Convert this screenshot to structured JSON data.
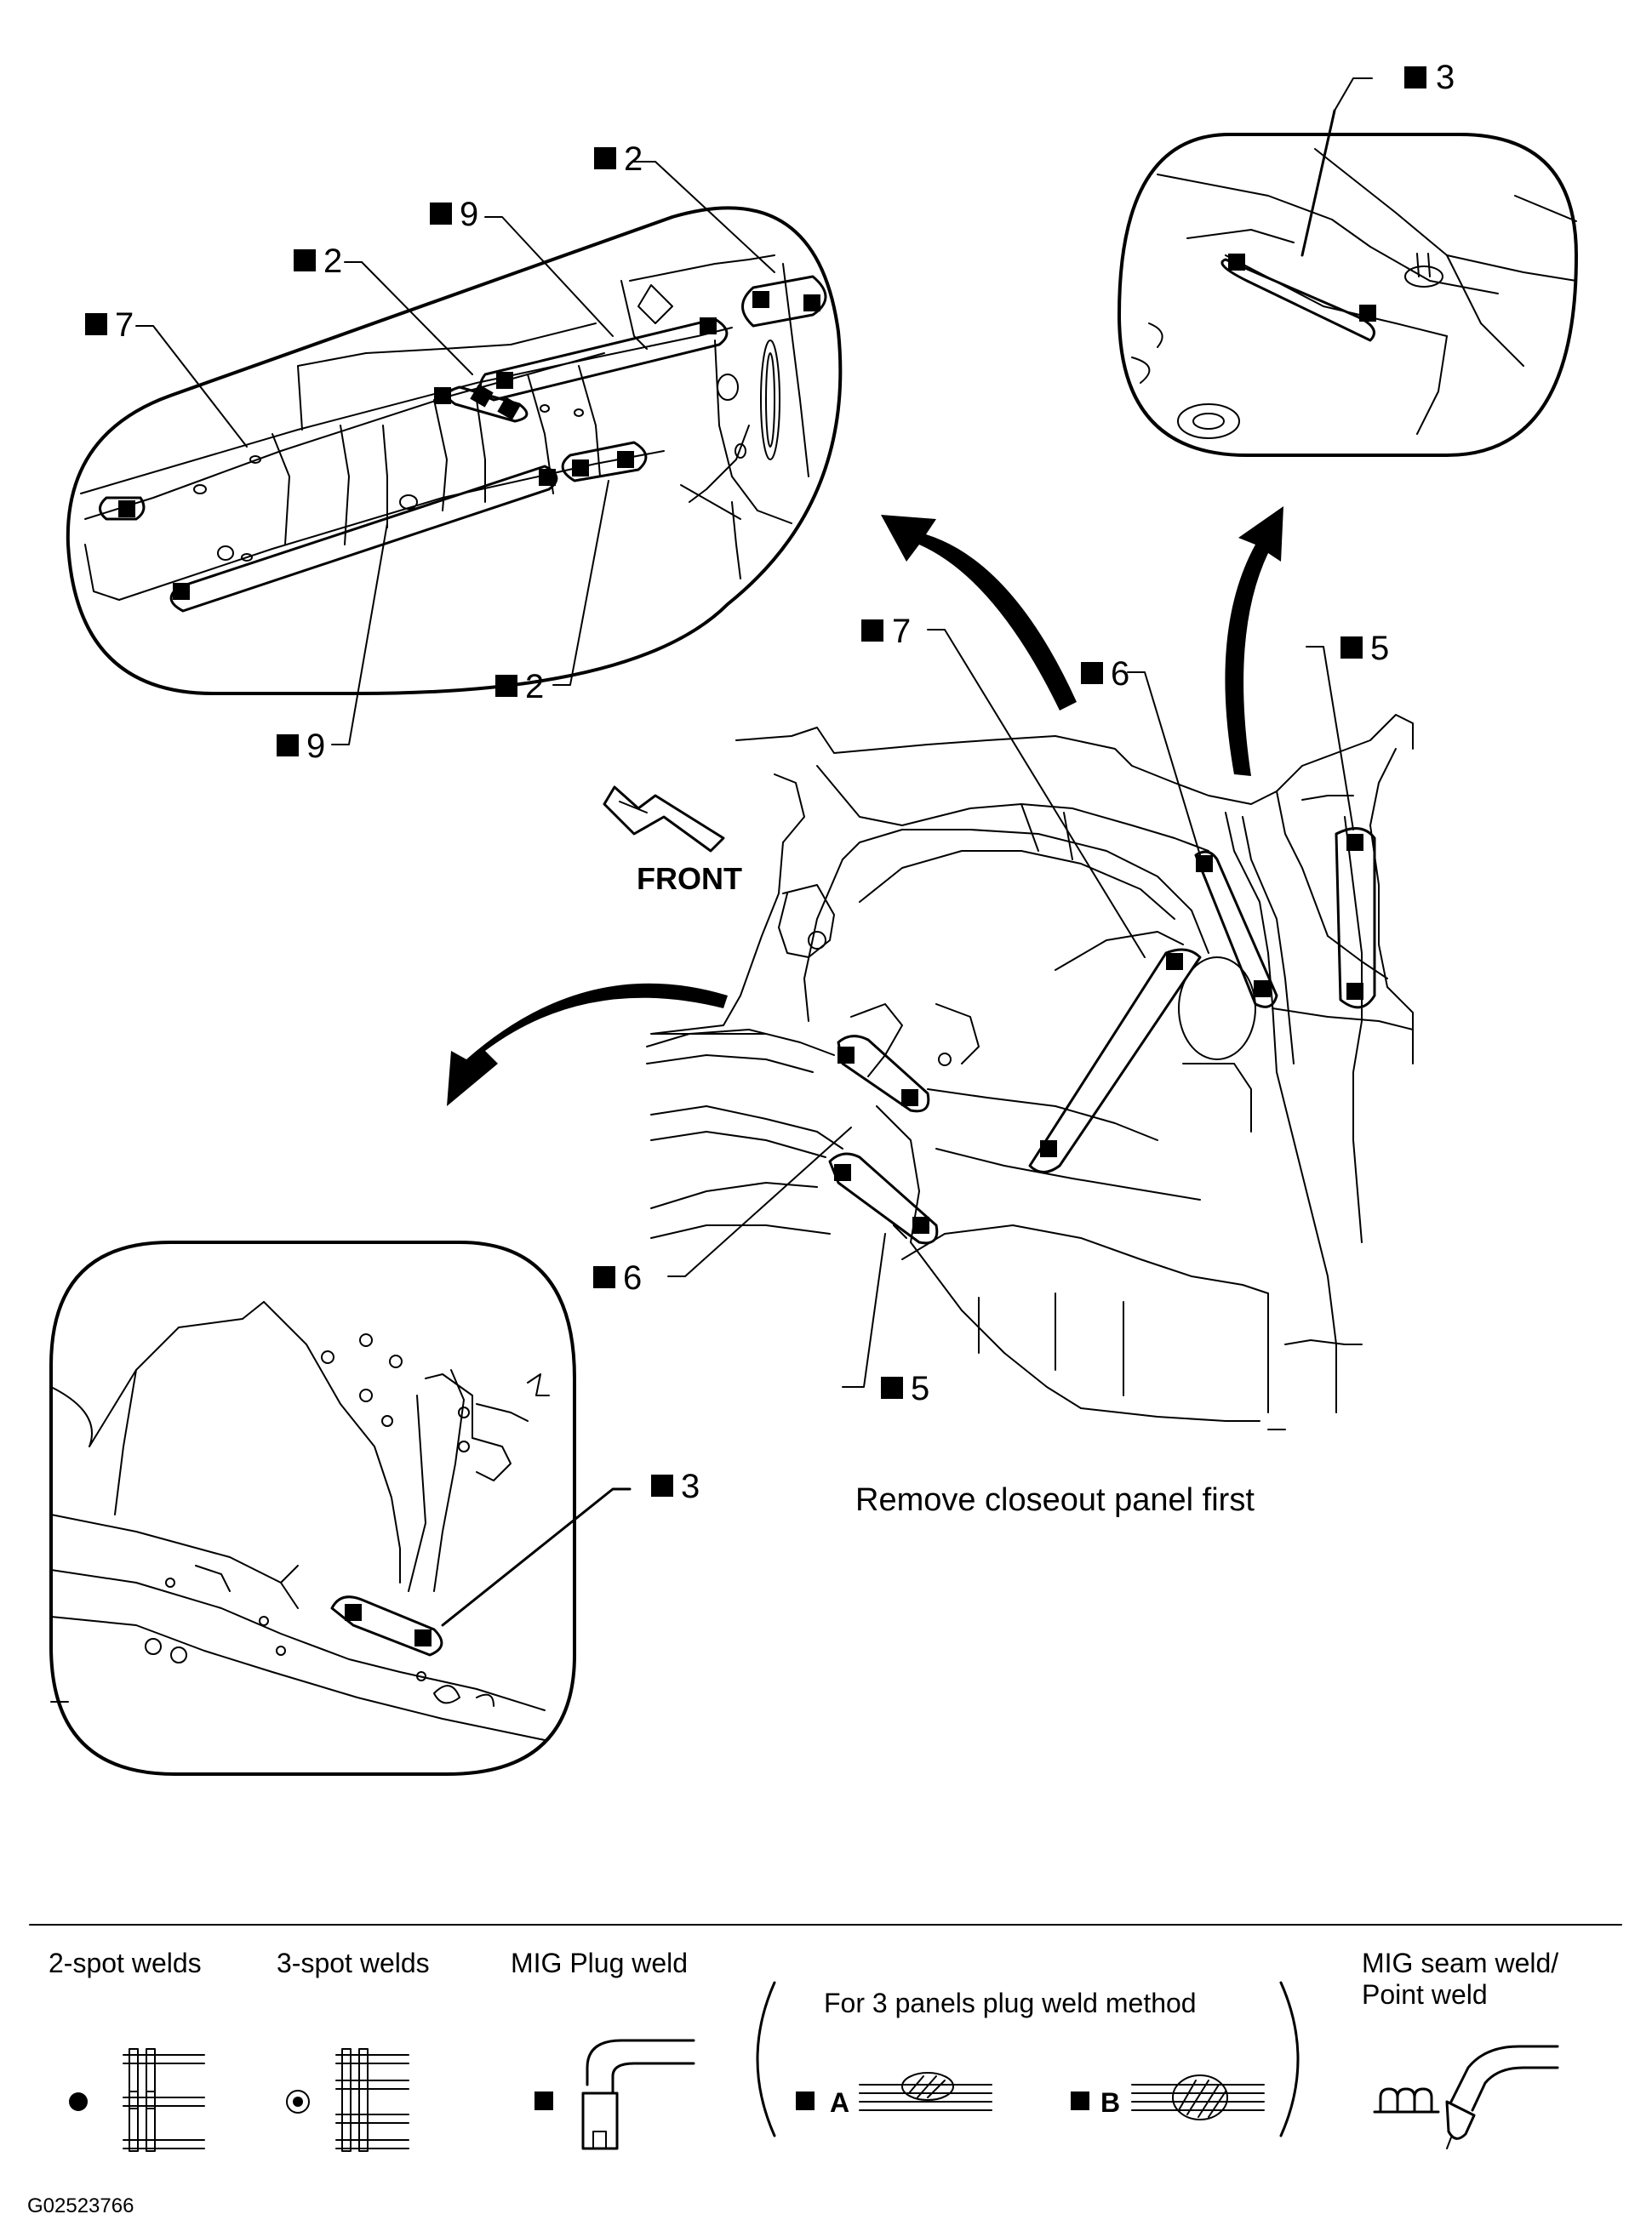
{
  "callouts": {
    "top_right_3": "3",
    "upper_2_a": "2",
    "upper_9_a": "9",
    "upper_2_b": "2",
    "upper_7": "7",
    "upper_2_c": "2",
    "upper_9_b": "9",
    "main_7": "7",
    "main_6_top": "6",
    "main_5_top": "5",
    "main_6_bottom": "6",
    "main_5_bottom": "5",
    "lower_3": "3"
  },
  "front_label": "FRONT",
  "caption": "Remove closeout panel first",
  "legend": {
    "two_spot": "2-spot welds",
    "three_spot": "3-spot welds",
    "mig_plug": "MIG Plug weld",
    "three_panel": "For 3 panels plug weld method",
    "method_a": "A",
    "method_b": "B",
    "seam_line1": "MIG seam weld/",
    "seam_line2": "Point weld"
  },
  "figure_code": "G02523766"
}
